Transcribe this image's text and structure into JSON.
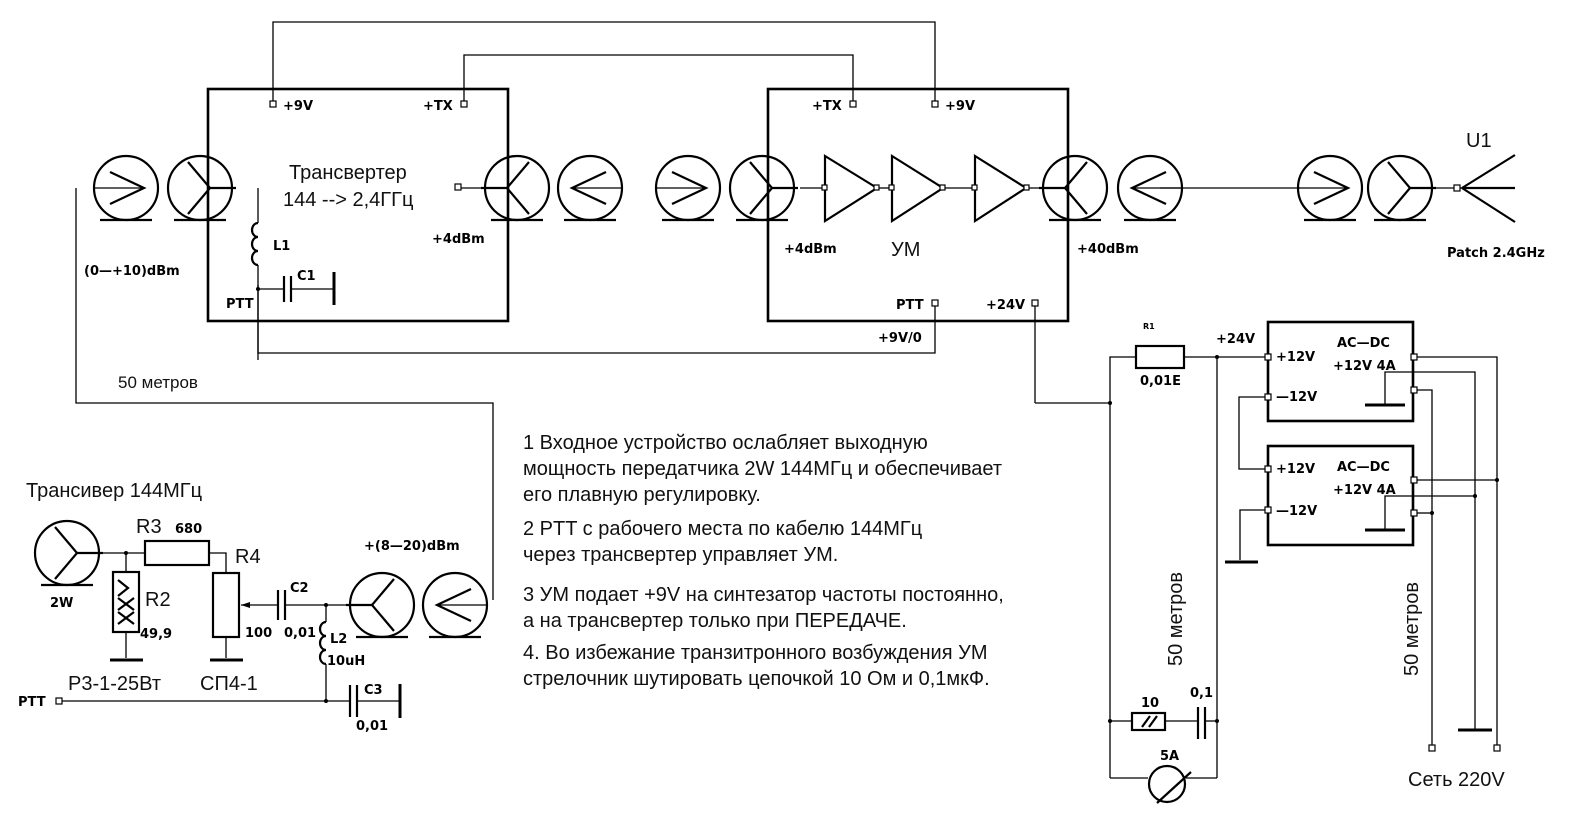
{
  "transverter": {
    "title_line1": "Трансвертер",
    "title_line2": "144 --> 2,4ГГц",
    "pin_9v": "+9V",
    "pin_tx": "+TX",
    "pin_ptt": "PTT",
    "in_level": "(0—+10)dBm",
    "out_level": "+4dBm",
    "l1": "L1",
    "c1": "C1"
  },
  "amplifier": {
    "title": "УМ",
    "pin_tx": "+TX",
    "pin_9v": "+9V",
    "pin_ptt": "PTT",
    "pin_24v": "+24V",
    "in_level": "+4dBm",
    "out_level": "+40dBm",
    "ptt_line": "+9V/0"
  },
  "antenna": {
    "ref": "U1",
    "label": "Patch 2.4GHz"
  },
  "cable_labels": {
    "rf_cable": "50 метров",
    "dc_cable": "50 метров",
    "ac_cable": "50 метров"
  },
  "input_device": {
    "title": "Трансивер 144МГц",
    "power": "2W",
    "r3": "R3",
    "r3_value": "680",
    "r2": "R2",
    "r2_value": "49,9",
    "r2_type": "Р3-1-25Вт",
    "r4": "R4",
    "r4_value": "100",
    "r4_type": "СП4-1",
    "c2": "C2",
    "c2_value": "0,01",
    "l2": "L2",
    "l2_value": "10uH",
    "c3": "C3",
    "c3_value": "0,01",
    "ptt": "PTT",
    "out_level": "+(8—20)dBm"
  },
  "power": {
    "r1": "R1",
    "r1_value": "0,01E",
    "bus": "+24V",
    "psu1": {
      "title": "AC—DC",
      "rating": "+12V 4A",
      "plus": "+12V",
      "minus": "—12V"
    },
    "psu2": {
      "title": "AC—DC",
      "rating": "+12V 4A",
      "plus": "+12V",
      "minus": "—12V"
    },
    "snubber_r": "10",
    "snubber_c": "0,1",
    "meter": "5A",
    "mains": "Сеть 220V"
  },
  "notes": [
    "1 Входное устройство ослабляет выходную",
    "мощность передатчика 2W 144МГц и обеспечивает",
    "его плавную регулировку.",
    "2 PTT с рабочего места по кабелю 144МГц",
    "через трансвертер управляет УМ.",
    "3 УМ подает +9V на синтезатор частоты постоянно,",
    "а на трансвертер только при ПЕРЕДАЧЕ.",
    "4. Во избежание транзитронного возбуждения УМ",
    "стрелочник шутировать цепочкой 10 Ом и 0,1мкФ."
  ]
}
